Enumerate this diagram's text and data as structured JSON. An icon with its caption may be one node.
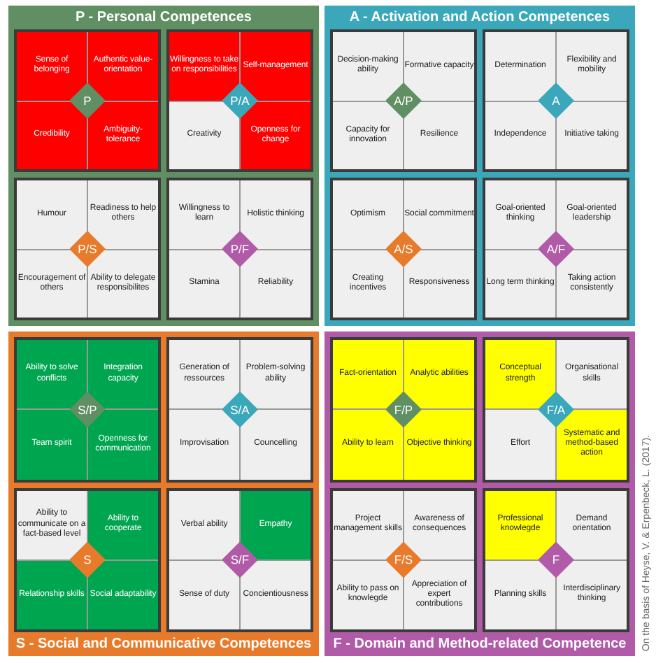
{
  "diagram": {
    "nodes": [
      {
        "text": [
          "P - Personal Competences"
        ]
      },
      {
        "text": [],
        "shape": "box",
        "in": 0
      },
      {
        "text": [
          "Sense of belonging"
        ],
        "in": 1
      },
      {
        "text": [
          "Authentic value-orientation"
        ],
        "in": 1
      },
      {
        "text": [
          "Credibility"
        ],
        "in": 1
      },
      {
        "text": [
          "Ambiguity-tolerance"
        ],
        "in": 1
      },
      {
        "text": [
          "P"
        ],
        "in": 1
      },
      {
        "text": [],
        "shape": "box",
        "in": 0
      },
      {
        "text": [
          "Willingness to take on responsibilities"
        ],
        "in": 7
      },
      {
        "text": [
          "Self-management"
        ],
        "in": 7
      },
      {
        "text": [
          "Creativity"
        ],
        "in": 7
      },
      {
        "text": [
          "Openness for change"
        ],
        "in": 7
      },
      {
        "text": [
          "P/A"
        ],
        "in": 7
      },
      {
        "text": [],
        "shape": "box",
        "in": 0
      },
      {
        "text": [
          "Humour"
        ],
        "in": 13
      },
      {
        "text": [
          "Readiness to help others"
        ],
        "in": 13
      },
      {
        "text": [
          "Encouragement of others"
        ],
        "in": 13
      },
      {
        "text": [
          "Ability to delegate responsibilites"
        ],
        "in": 13
      },
      {
        "text": [
          "P/S"
        ],
        "in": 13
      },
      {
        "text": [],
        "shape": "box",
        "in": 0
      },
      {
        "text": [
          "Willingness to learn"
        ],
        "in": 19
      },
      {
        "text": [
          "Holistic thinking"
        ],
        "in": 19
      },
      {
        "text": [
          "Stamina"
        ],
        "in": 19
      },
      {
        "text": [
          "Reliability"
        ],
        "in": 19
      },
      {
        "text": [
          "P/F"
        ],
        "in": 19
      },
      {
        "text": [
          "A - Activation and Action Competences"
        ]
      },
      {
        "text": [],
        "shape": "box",
        "in": 25
      },
      {
        "text": [
          "Decision-making ability"
        ],
        "in": 26
      },
      {
        "text": [
          "Formative capacity"
        ],
        "in": 26
      },
      {
        "text": [
          "Capacity for innovation"
        ],
        "in": 26
      },
      {
        "text": [
          "Resilience"
        ],
        "in": 26
      },
      {
        "text": [
          "A/P"
        ],
        "in": 26
      },
      {
        "text": [],
        "shape": "box",
        "in": 25
      },
      {
        "text": [
          "Determination"
        ],
        "in": 32
      },
      {
        "text": [
          "Flexibility and mobility"
        ],
        "in": 32
      },
      {
        "text": [
          "Independence"
        ],
        "in": 32
      },
      {
        "text": [
          "Initiative taking"
        ],
        "in": 32
      },
      {
        "text": [
          "A"
        ],
        "in": 32
      },
      {
        "text": [],
        "shape": "box",
        "in": 25
      },
      {
        "text": [
          "Optimism"
        ],
        "in": 38
      },
      {
        "text": [
          "Social commitment"
        ],
        "in": 38
      },
      {
        "text": [
          "Creating incentives"
        ],
        "in": 38
      },
      {
        "text": [
          "Responsiveness"
        ],
        "in": 38
      },
      {
        "text": [
          "A/S"
        ],
        "in": 38
      },
      {
        "text": [],
        "shape": "box",
        "in": 25
      },
      {
        "text": [
          "Goal-oriented thinking"
        ],
        "in": 44
      },
      {
        "text": [
          "Goal-oriented leadership"
        ],
        "in": 44
      },
      {
        "text": [
          "Long term thinking"
        ],
        "in": 44
      },
      {
        "text": [
          "Taking action consistently"
        ],
        "in": 44
      },
      {
        "text": [
          "A/F"
        ],
        "in": 44
      },
      {
        "text": [
          "S - Social and Communicative Competences"
        ]
      },
      {
        "text": [],
        "shape": "box",
        "in": 50
      },
      {
        "text": [
          "Ability to solve conflicts"
        ],
        "in": 51
      },
      {
        "text": [
          "Integration capacity"
        ],
        "in": 51
      },
      {
        "text": [
          "Team spirit"
        ],
        "in": 51
      },
      {
        "text": [
          "Openness for communication"
        ],
        "in": 51
      },
      {
        "text": [
          "S/P"
        ],
        "in": 51
      },
      {
        "text": [],
        "shape": "box",
        "in": 50
      },
      {
        "text": [
          "Generation of ressources"
        ],
        "in": 57
      },
      {
        "text": [
          "Problem-solving ability"
        ],
        "in": 57
      },
      {
        "text": [
          "Improvisation"
        ],
        "in": 57
      },
      {
        "text": [
          "Councelling"
        ],
        "in": 57
      },
      {
        "text": [
          "S/A"
        ],
        "in": 57
      },
      {
        "text": [],
        "shape": "box",
        "in": 50
      },
      {
        "text": [
          "Ability to communicate on a fact-based level"
        ],
        "in": 63
      },
      {
        "text": [
          "Ability to cooperate"
        ],
        "in": 63
      },
      {
        "text": [
          "Relationship skills"
        ],
        "in": 63
      },
      {
        "text": [
          "Social adaptability"
        ],
        "in": 63
      },
      {
        "text": [
          "S"
        ],
        "in": 63
      },
      {
        "text": [],
        "shape": "box",
        "in": 50
      },
      {
        "text": [
          "Verbal ability"
        ],
        "in": 69
      },
      {
        "text": [
          "Empathy"
        ],
        "in": 69
      },
      {
        "text": [
          "Sense of duty"
        ],
        "in": 69
      },
      {
        "text": [
          "Concientiousness"
        ],
        "in": 69
      },
      {
        "text": [
          "S/F"
        ],
        "in": 69
      },
      {
        "text": [
          "F - Domain and Method-related Competence"
        ]
      },
      {
        "text": [],
        "shape": "box",
        "in": 75
      },
      {
        "text": [
          "Fact-orientation"
        ],
        "in": 76
      },
      {
        "text": [
          "Analytic abilities"
        ],
        "in": 76
      },
      {
        "text": [
          "Ability to learn"
        ],
        "in": 76
      },
      {
        "text": [
          "Objective thinking"
        ],
        "in": 76
      },
      {
        "text": [
          "F/P"
        ],
        "in": 76
      },
      {
        "text": [],
        "shape": "box",
        "in": 75
      },
      {
        "text": [
          "Conceptual strength"
        ],
        "in": 82
      },
      {
        "text": [
          "Organisational skills"
        ],
        "in": 82
      },
      {
        "text": [
          "Effort"
        ],
        "in": 82
      },
      {
        "text": [
          "Systematic and method-based action"
        ],
        "in": 82
      },
      {
        "text": [
          "F/A"
        ],
        "in": 82
      },
      {
        "text": [],
        "shape": "box",
        "in": 75
      },
      {
        "text": [
          "Project management skills"
        ],
        "in": 88
      },
      {
        "text": [
          "Awareness of consequences"
        ],
        "in": 88
      },
      {
        "text": [
          "Ability to pass on knowlegde"
        ],
        "in": 88
      },
      {
        "text": [
          "Appreciation of expert contributions"
        ],
        "in": 88
      },
      {
        "text": [
          "F/S"
        ],
        "in": 88
      },
      {
        "text": [],
        "shape": "box",
        "in": 75
      },
      {
        "text": [
          "Professional knowlegde"
        ],
        "in": 94
      },
      {
        "text": [
          "Demand orientation"
        ],
        "in": 94
      },
      {
        "text": [
          "Planning skills"
        ],
        "in": 94
      },
      {
        "text": [
          "Interdisciplinary thinking"
        ],
        "in": 94
      },
      {
        "text": [
          "F"
        ],
        "in": 94
      }
    ],
    "labels": [
      "On the basis of Heyse, V. & Erpenbeck, L. (2017)."
    ]
  }
}
